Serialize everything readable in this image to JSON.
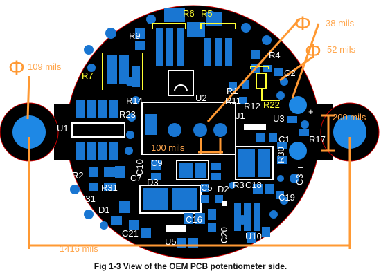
{
  "caption": "Fig 1-3 View of the OEM PCB potentiometer side.",
  "dimensions": {
    "hole_large": "109 mils",
    "hole_small_top": "38 mils",
    "hole_medium": "52 mils",
    "pin_spacing": "100 mils",
    "mount_spacing": "200 mils",
    "board_width": "1416 mils"
  },
  "symbols": {
    "diameter": "Φ",
    "plus": "+",
    "minus": "–"
  },
  "refdes": {
    "R6": "R6",
    "R5": "R5",
    "R9": "R9",
    "R7": "R7",
    "R4": "R4",
    "R14": "R14",
    "U2": "U2",
    "R1": "R1",
    "R11": "R11",
    "R12": "R12",
    "R22": "R22",
    "C2": "C2",
    "R23": "R23",
    "U1": "U1",
    "J1": "J1",
    "U3": "U3",
    "C1": "C1",
    "R17": "R17",
    "R30": "R30",
    "C3": "C3",
    "C10": "C10",
    "C9": "C9",
    "C7": "C7",
    "D3": "D3",
    "R2": "R2",
    "R31": "R31",
    "C5": "C5",
    "D2": "D2",
    "R3": "R3",
    "C18": "C18",
    "C19": "C19",
    "D1": "D1",
    "C16": "C16",
    "C21": "C21",
    "C20": "C20",
    "U5": "U5",
    "U10": "U10"
  },
  "colors": {
    "board": "#000000",
    "pad": "#1976d2",
    "silkscreen": "#ffffff",
    "highlight": "#ffff33",
    "dimension": "#ff9933",
    "outline": "#cc0000"
  }
}
